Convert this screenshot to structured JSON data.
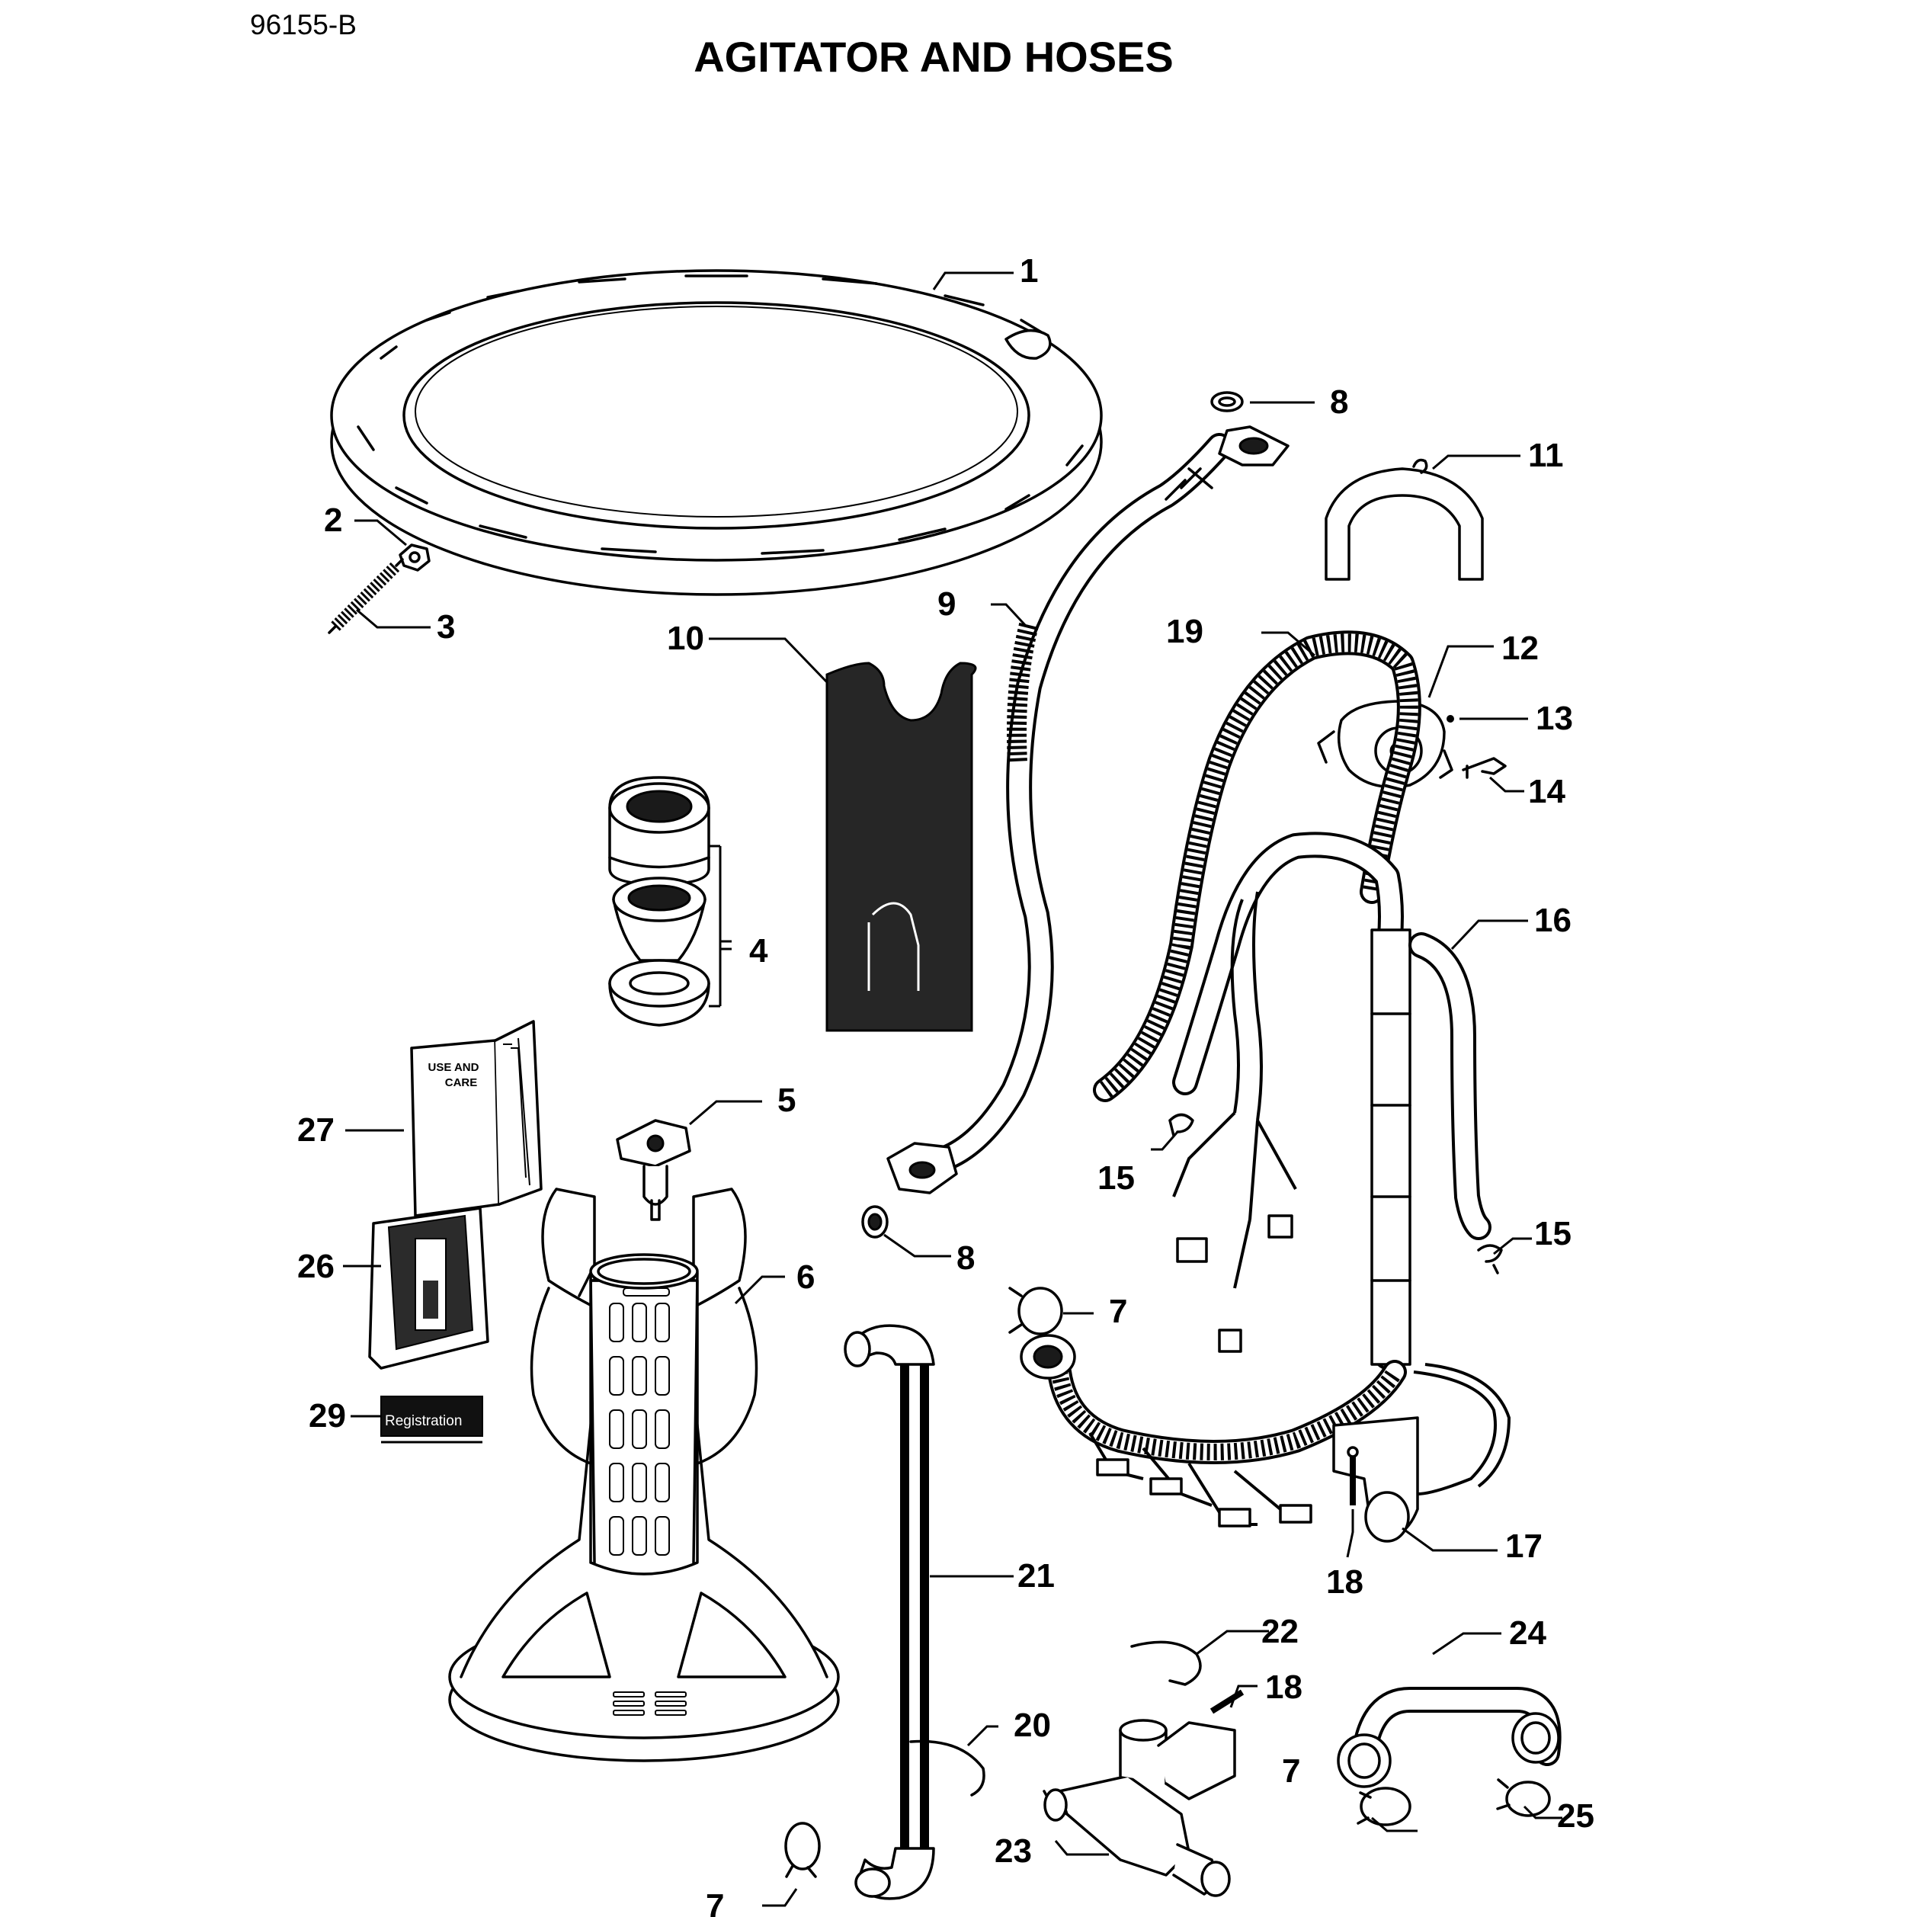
{
  "header": {
    "doc_id": "96155-B",
    "title": "AGITATOR AND HOSES"
  },
  "callouts": [
    {
      "id": "c1",
      "label": "1"
    },
    {
      "id": "c2",
      "label": "2"
    },
    {
      "id": "c3",
      "label": "3"
    },
    {
      "id": "c4",
      "label": "4"
    },
    {
      "id": "c5",
      "label": "5"
    },
    {
      "id": "c6",
      "label": "6"
    },
    {
      "id": "c7a",
      "label": "7"
    },
    {
      "id": "c7b",
      "label": "7"
    },
    {
      "id": "c7c",
      "label": "7"
    },
    {
      "id": "c8a",
      "label": "8"
    },
    {
      "id": "c8b",
      "label": "8"
    },
    {
      "id": "c9",
      "label": "9"
    },
    {
      "id": "c10",
      "label": "10"
    },
    {
      "id": "c11",
      "label": "11"
    },
    {
      "id": "c12",
      "label": "12"
    },
    {
      "id": "c13",
      "label": "13"
    },
    {
      "id": "c14",
      "label": "14"
    },
    {
      "id": "c15a",
      "label": "15"
    },
    {
      "id": "c15b",
      "label": "15"
    },
    {
      "id": "c16",
      "label": "16"
    },
    {
      "id": "c17",
      "label": "17"
    },
    {
      "id": "c18a",
      "label": "18"
    },
    {
      "id": "c18b",
      "label": "18"
    },
    {
      "id": "c19",
      "label": "19"
    },
    {
      "id": "c20",
      "label": "20"
    },
    {
      "id": "c21",
      "label": "21"
    },
    {
      "id": "c22",
      "label": "22"
    },
    {
      "id": "c23",
      "label": "23"
    },
    {
      "id": "c24",
      "label": "24"
    },
    {
      "id": "c25",
      "label": "25"
    },
    {
      "id": "c26",
      "label": "26"
    },
    {
      "id": "c27",
      "label": "27"
    },
    {
      "id": "c29",
      "label": "29"
    }
  ],
  "booklet": {
    "line1": "USE AND",
    "line2": "CARE"
  },
  "registration_card": {
    "text": "Registration"
  }
}
